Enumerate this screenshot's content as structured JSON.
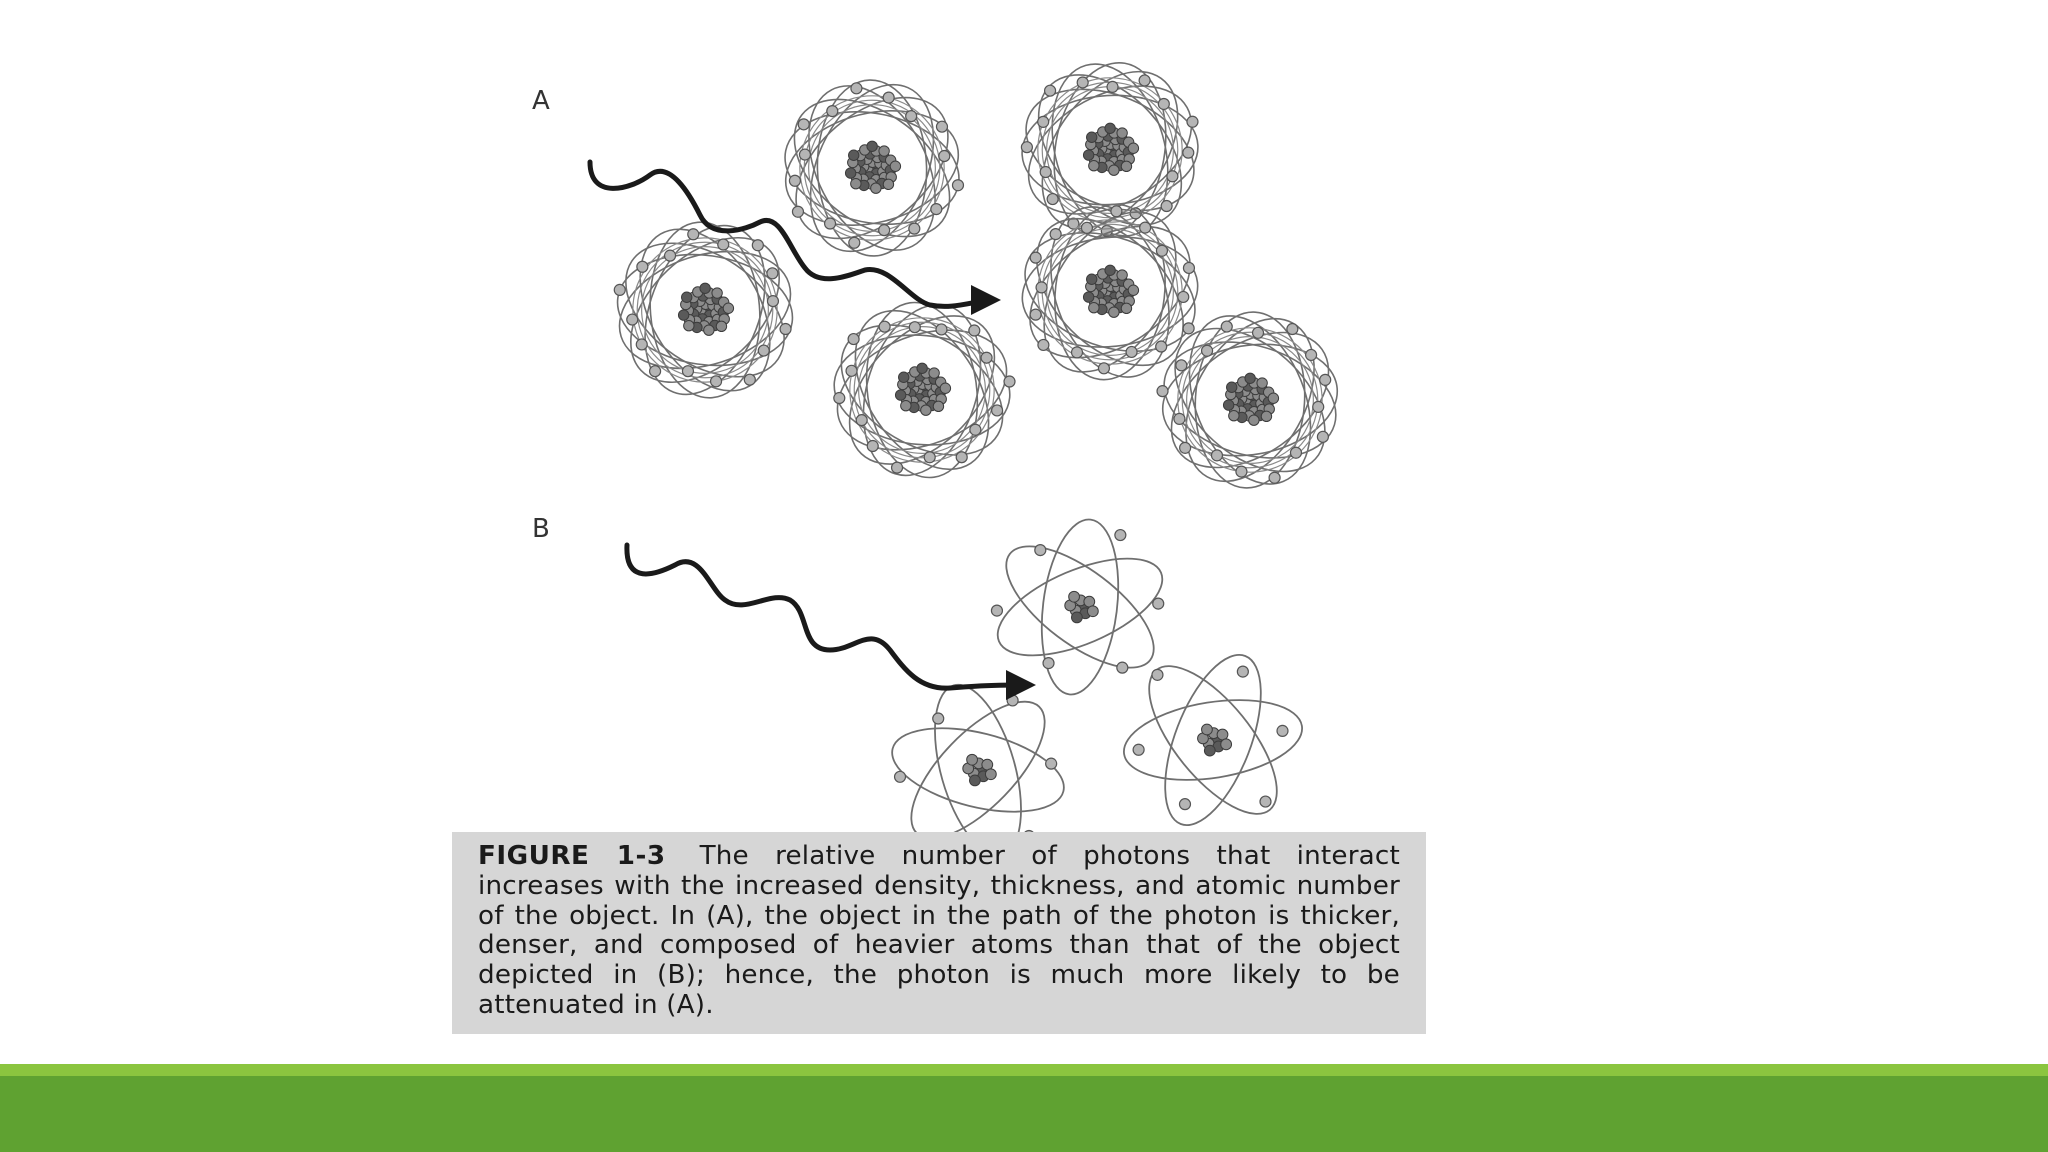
{
  "figure": {
    "panel_a_label": "A",
    "panel_b_label": "B",
    "caption_label": "FIGURE 1-3",
    "caption_text": "The relative number of photons that interact increases with the increased density, thickness, and atomic number of the object. In (A), the object in the path of the photon is thicker, denser, and composed of heavier atoms than that of the object depicted in (B); hence, the photon is much more likely to be attenuated in (A)."
  },
  "colors": {
    "caption_background": "#d6d6d6",
    "footer_light_green": "#8bc53f",
    "footer_dark_green": "#5fa231"
  }
}
